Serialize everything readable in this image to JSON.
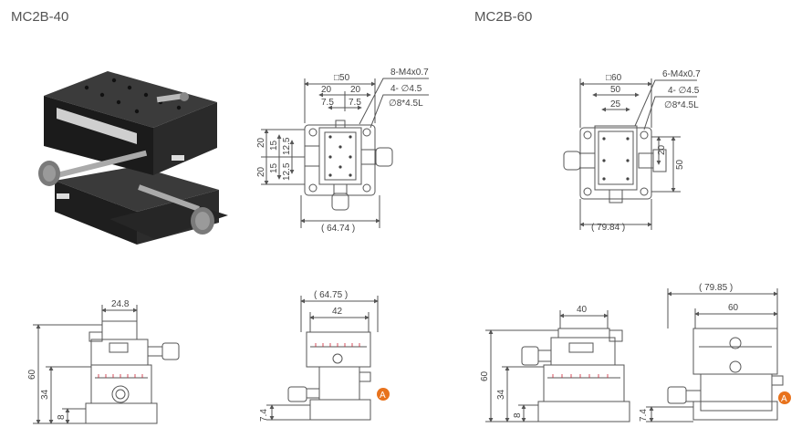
{
  "titles": {
    "left": "MC2B-40",
    "right": "MC2B-60"
  },
  "stage40_top": {
    "square": "□50",
    "holes1": "8-M4x0.7",
    "holes2": "4- ∅4.5",
    "holes3": "∅8*4.5L",
    "d20a": "20",
    "d20b": "20",
    "d75a": "7.5",
    "d75b": "7.5",
    "v20a": "20",
    "v15a": "15",
    "v125a": "12.5",
    "v20b": "20",
    "v15b": "15",
    "v125b": "12.5",
    "width": "( 64.74 )"
  },
  "stage60_top": {
    "square": "□60",
    "holes1": "6-M4x0.7",
    "holes2": "4- ∅4.5",
    "holes3": "∅8*4.5L",
    "d50": "50",
    "d25": "25",
    "v20": "20",
    "v50": "50",
    "width": "( 79.84 )"
  },
  "stage40_side": {
    "top": "24.8",
    "h60": "60",
    "h34": "34",
    "h8": "8"
  },
  "stage40_front": {
    "w1": "( 64.75 )",
    "w2": "42",
    "h74": "7.4",
    "marker": "A"
  },
  "stage60_side": {
    "top": "40",
    "h60": "60",
    "h34": "34",
    "h8": "8"
  },
  "stage60_front": {
    "w1": "( 79.85 )",
    "w2": "60",
    "h74": "7.4",
    "marker": "A"
  },
  "colors": {
    "marker": "#e8721c",
    "line": "#555555"
  }
}
